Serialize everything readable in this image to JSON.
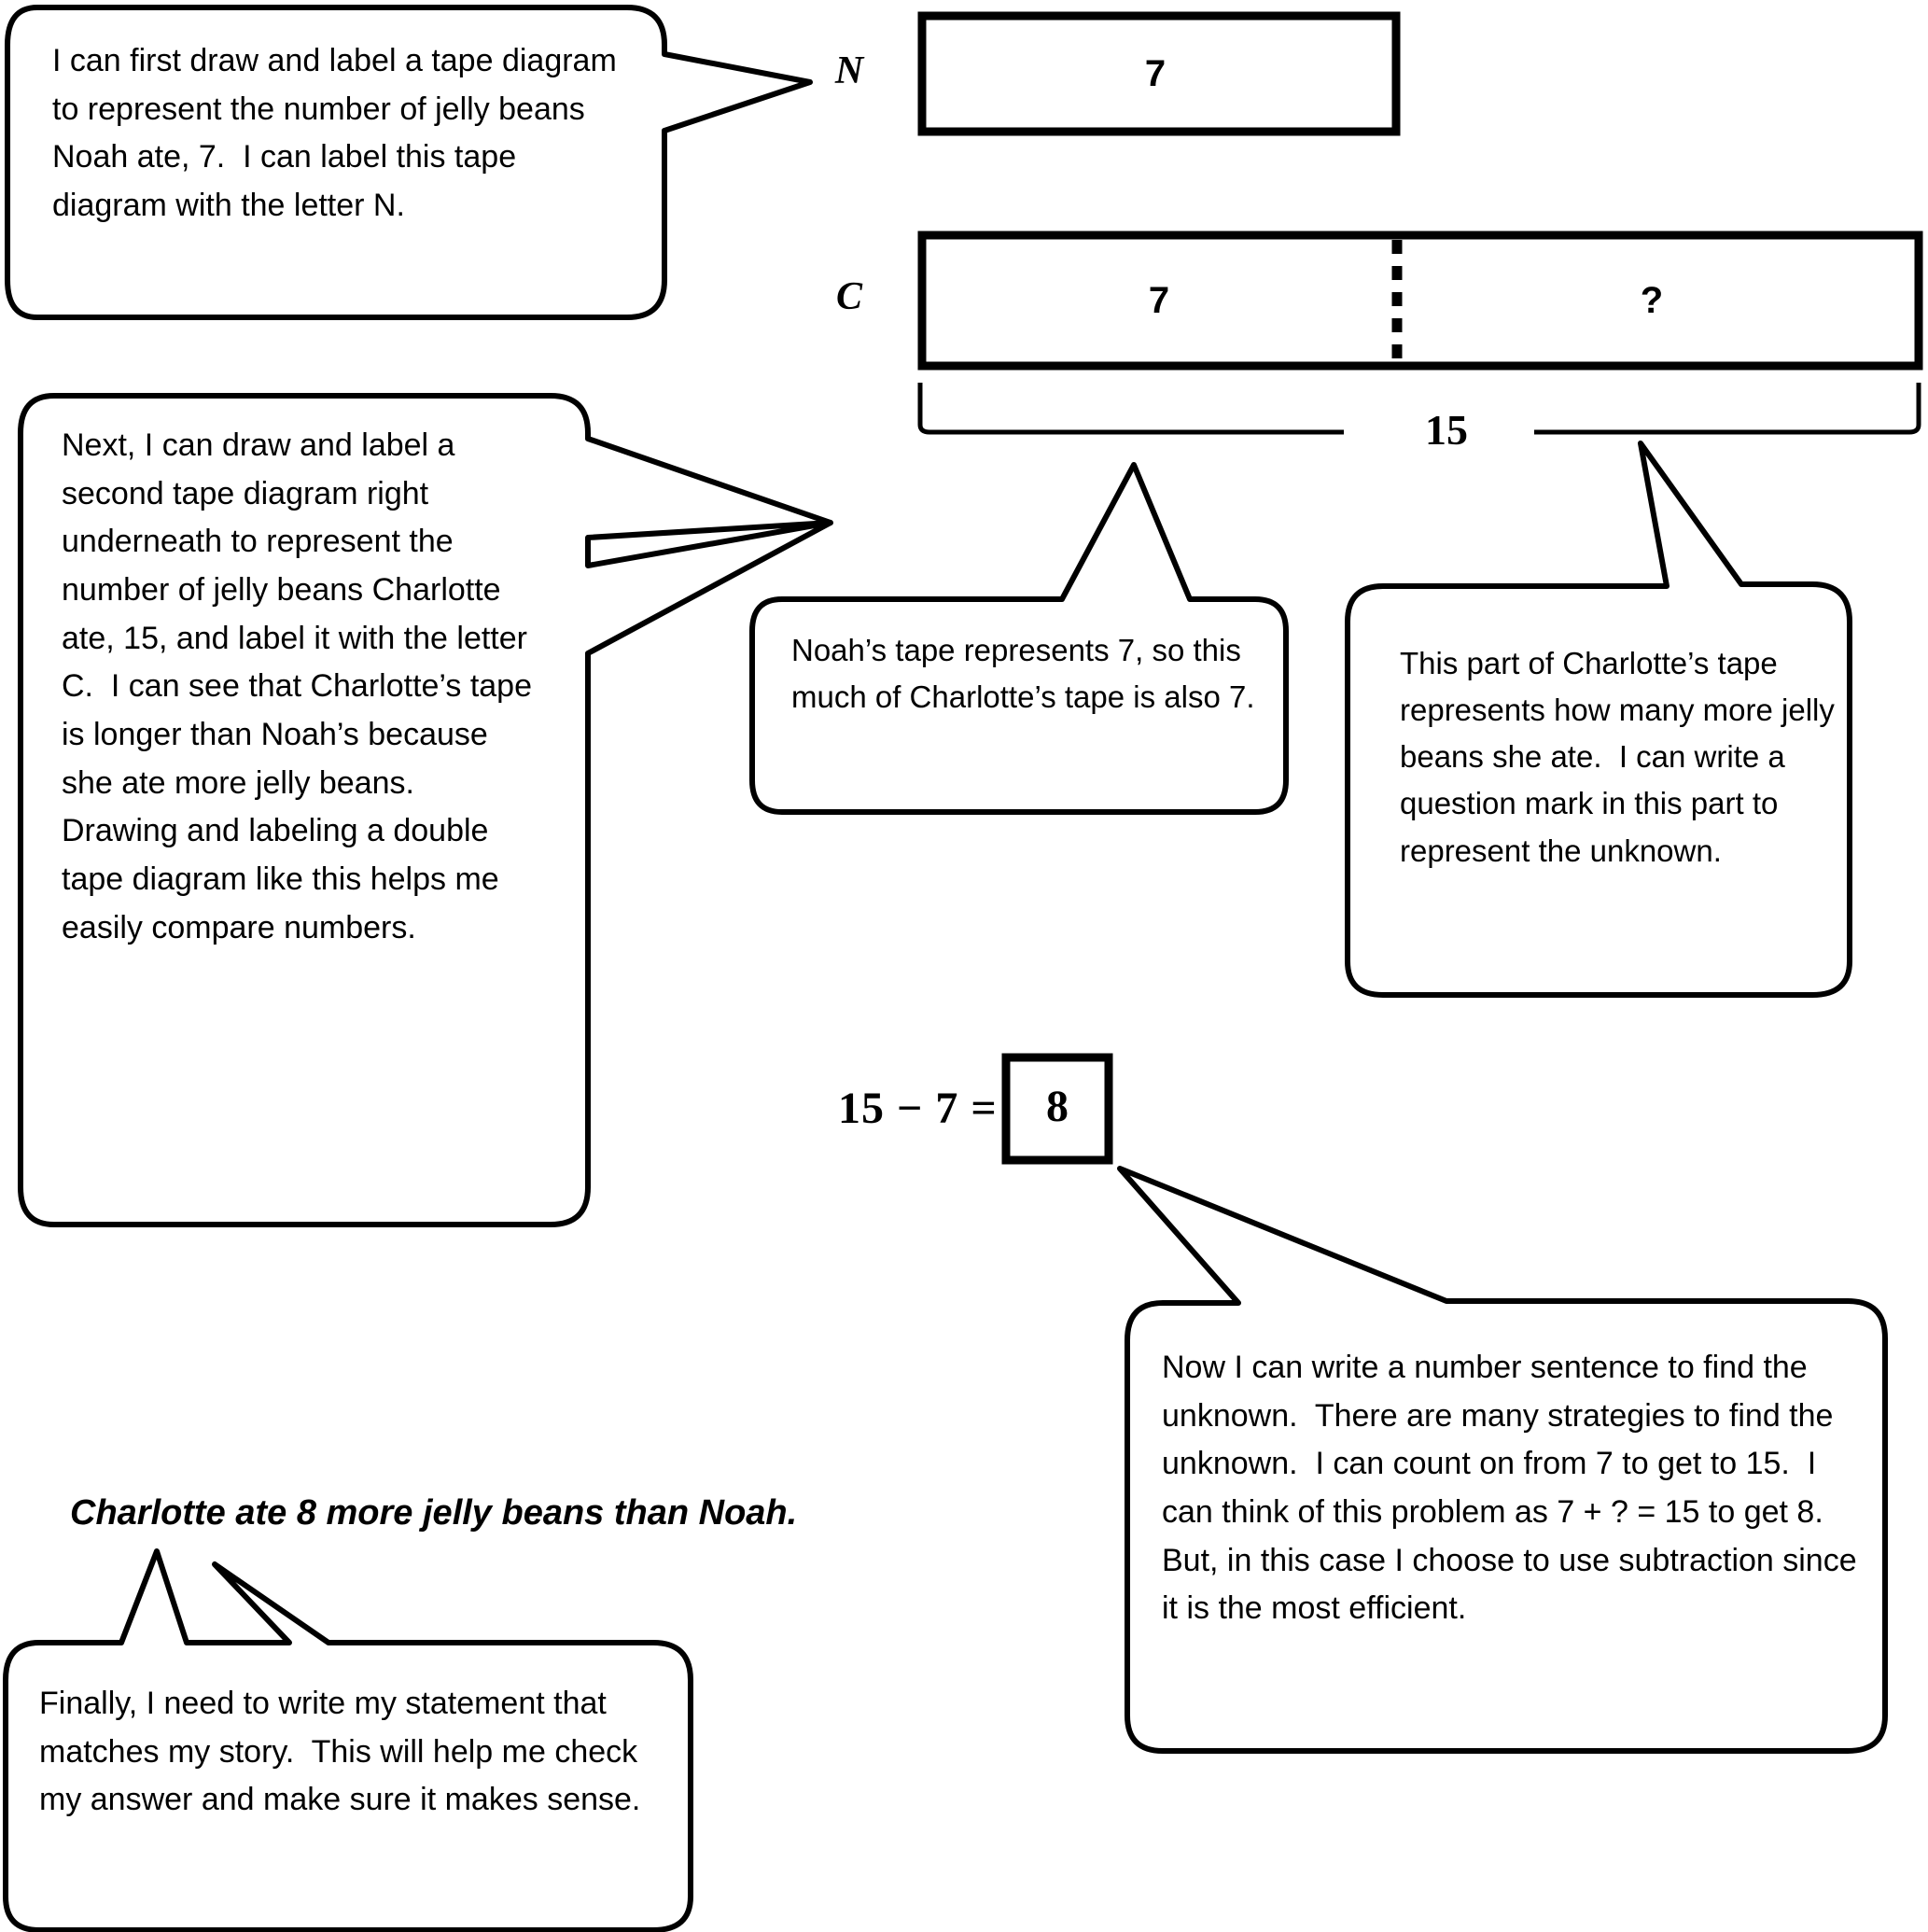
{
  "callouts": {
    "step1": "I can first draw and label a tape diagram to represent the number of jelly beans Noah ate, 7.  I can label this tape diagram with the letter N.",
    "step2": "Next, I can draw and label a second tape diagram right underneath to represent the number of jelly beans Charlotte ate, 15, and label it with the letter C.  I can see that Charlotte’s tape is longer than Noah’s because she ate more jelly beans.  Drawing and labeling a double tape diagram like this helps me easily compare numbers.",
    "noah_part": "Noah’s tape represents 7, so this much of Charlotte’s tape is also 7.",
    "unknown_part": "This part of Charlotte’s tape represents how many more jelly beans she ate.  I can write a question mark in this part to represent the unknown.",
    "number_sentence": "Now I can write a number sentence to find the unknown.  There are many strategies to find the unknown.  I can count on from 7 to get to 15.  I can think of this problem as 7 + ? = 15 to get 8.  But, in this case I choose to use subtraction since it is the most efficient.",
    "final_statement": "Finally, I need to write my statement that matches my story.  This will help me check my answer and make sure it makes sense."
  },
  "tape_diagram": {
    "noah": {
      "label": "N",
      "value": "7"
    },
    "charlotte": {
      "label": "C",
      "known_part": "7",
      "unknown_part": "?",
      "total_brace": "15"
    }
  },
  "equation": {
    "expression": "15 − 7 =",
    "answer": "8"
  },
  "answer_statement": "Charlotte ate 8 more jelly beans than Noah.",
  "colors": {
    "ink": "#000000",
    "paper": "#ffffff"
  }
}
